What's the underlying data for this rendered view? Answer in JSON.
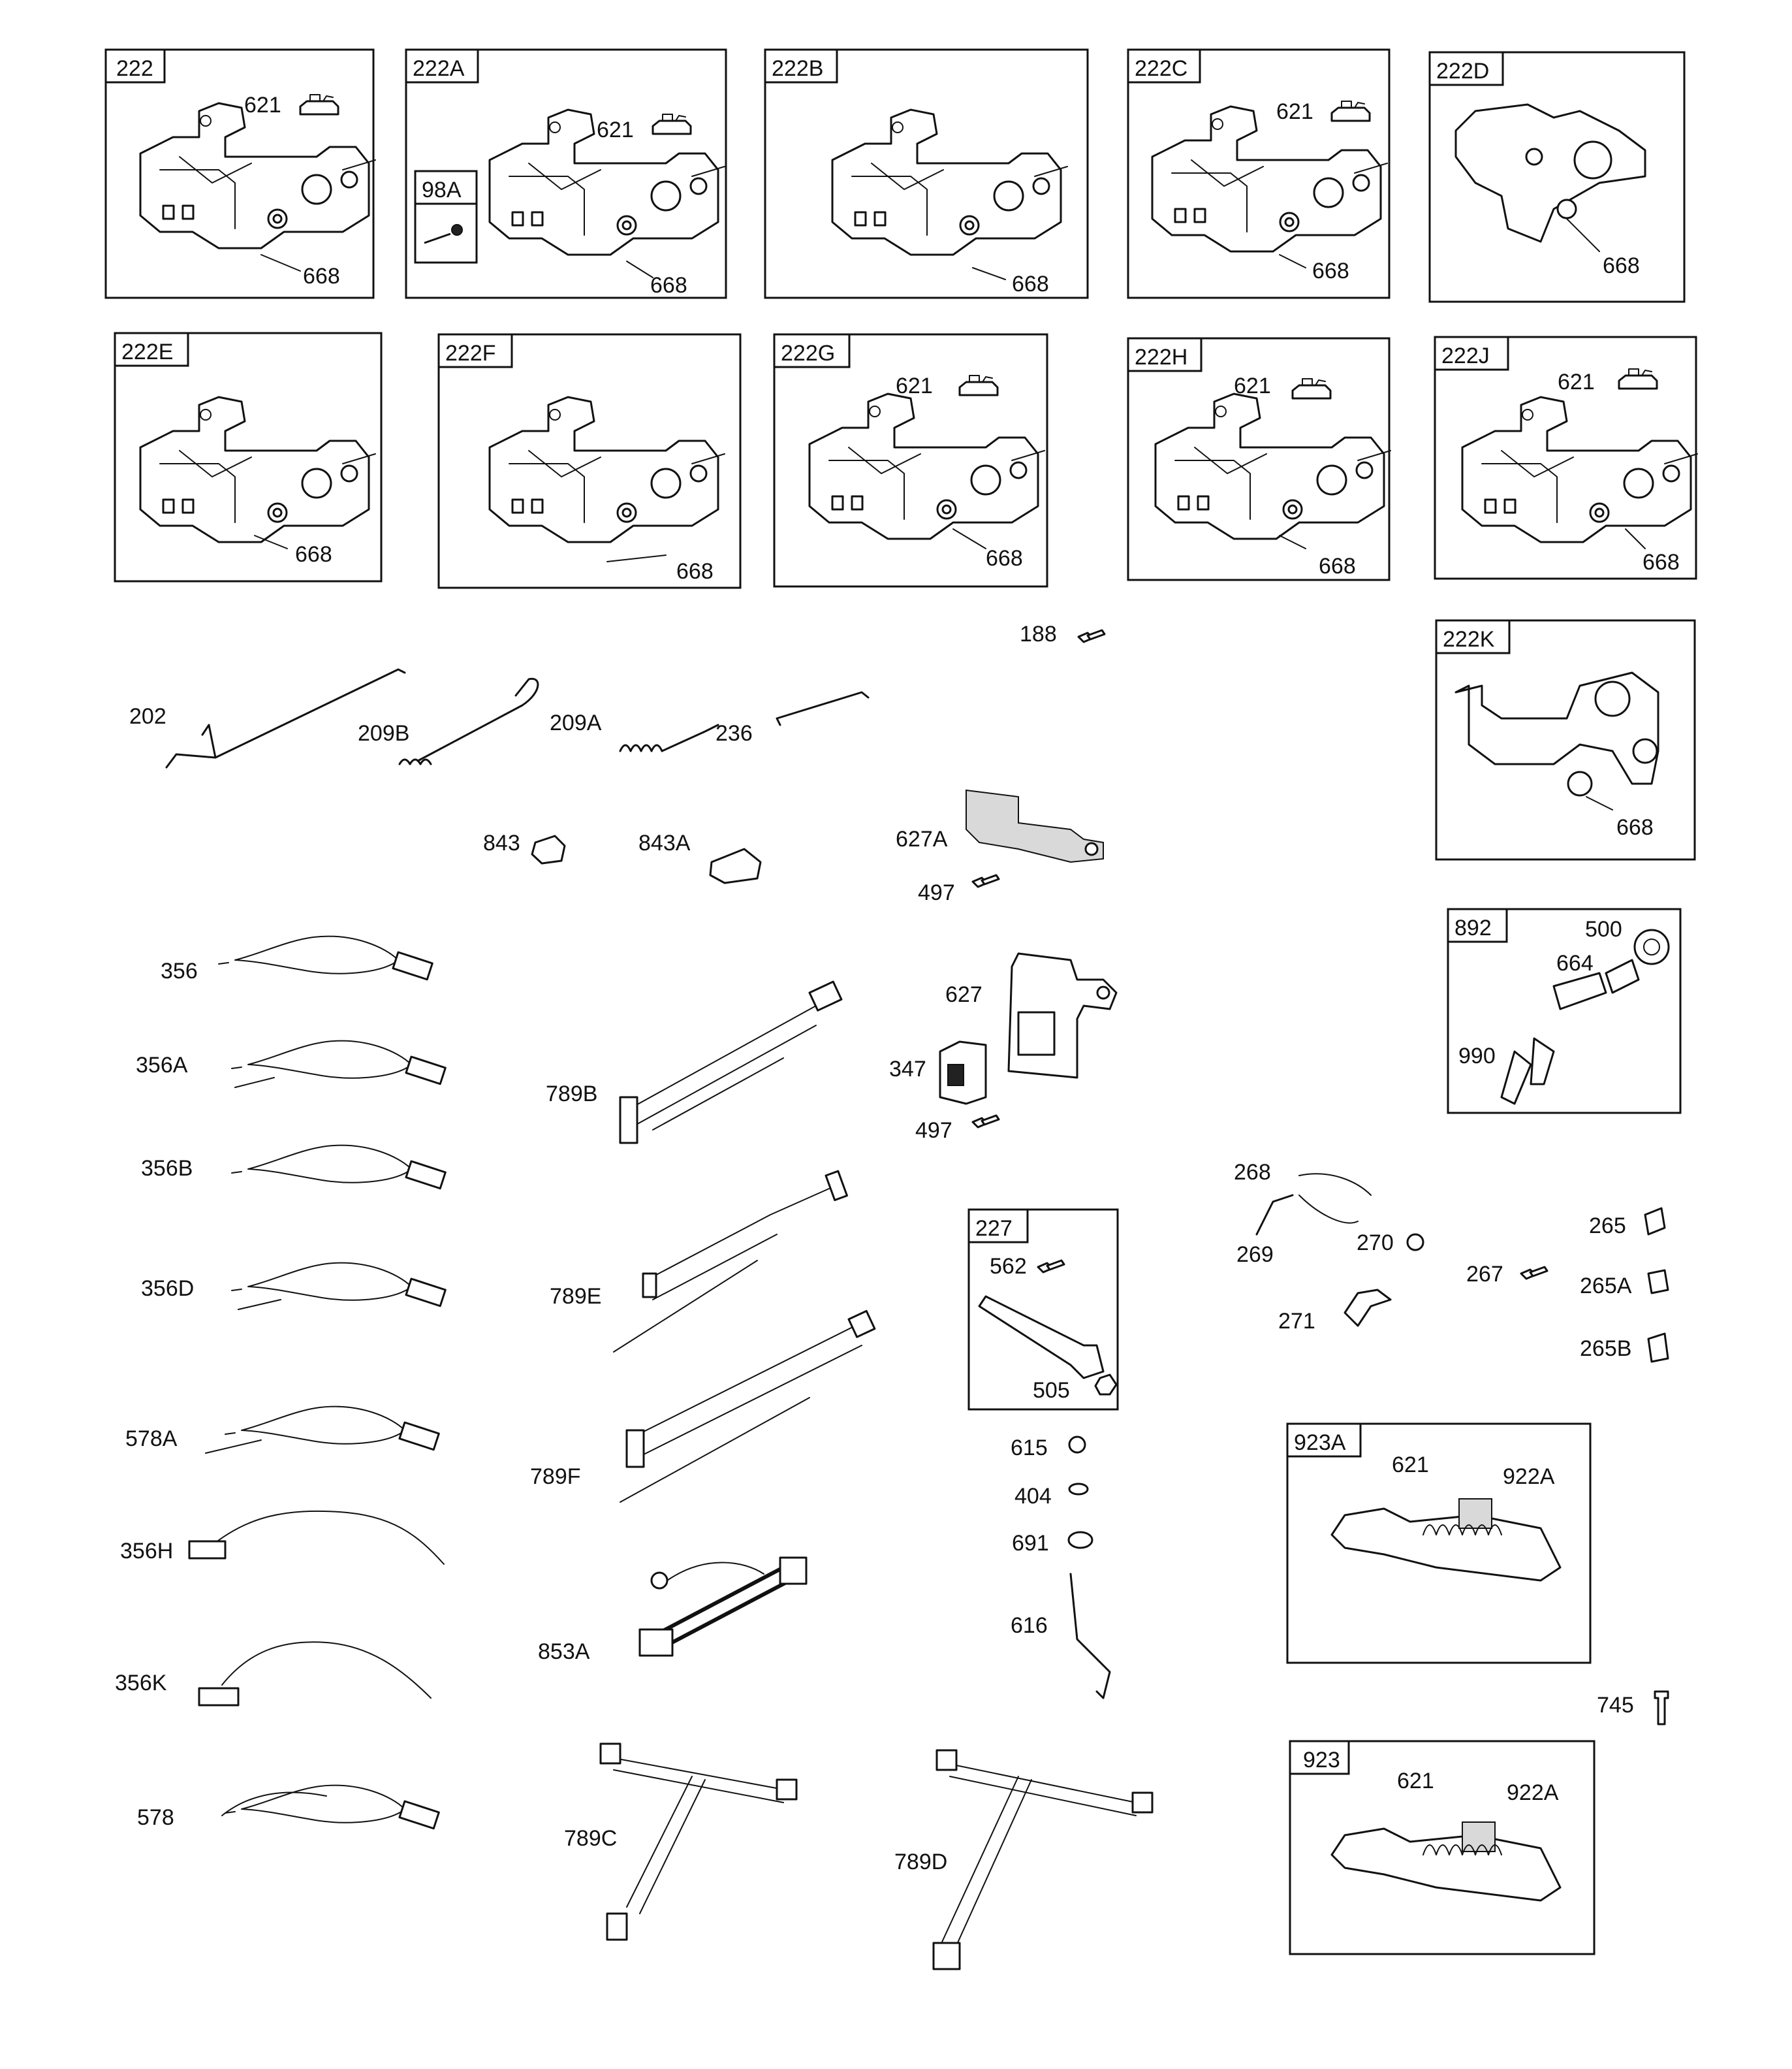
{
  "boxes": {
    "b222": {
      "title": "222",
      "labels": [
        "621",
        "668"
      ]
    },
    "b222A": {
      "title": "222A",
      "labels": [
        "621",
        "668"
      ],
      "inset": "98A"
    },
    "b222B": {
      "title": "222B",
      "labels": [
        "668"
      ]
    },
    "b222C": {
      "title": "222C",
      "labels": [
        "621",
        "668"
      ]
    },
    "b222D": {
      "title": "222D",
      "labels": [
        "668"
      ]
    },
    "b222E": {
      "title": "222E",
      "labels": [
        "668"
      ]
    },
    "b222F": {
      "title": "222F",
      "labels": [
        "668"
      ]
    },
    "b222G": {
      "title": "222G",
      "labels": [
        "621",
        "668"
      ]
    },
    "b222H": {
      "title": "222H",
      "labels": [
        "621",
        "668"
      ]
    },
    "b222J": {
      "title": "222J",
      "labels": [
        "621",
        "668"
      ]
    },
    "b222K": {
      "title": "222K",
      "labels": [
        "668"
      ]
    },
    "b892": {
      "title": "892",
      "labels": [
        "500",
        "664",
        "990"
      ]
    },
    "b227": {
      "title": "227",
      "labels": [
        "562",
        "505"
      ]
    },
    "b923A": {
      "title": "923A",
      "labels": [
        "621",
        "922A"
      ]
    },
    "b923": {
      "title": "923",
      "labels": [
        "621",
        "922A"
      ]
    }
  },
  "parts": {
    "p188": "188",
    "p202": "202",
    "p209B": "209B",
    "p209A": "209A",
    "p236": "236",
    "p843": "843",
    "p843A": "843A",
    "p627A": "627A",
    "p497a": "497",
    "p627": "627",
    "p347": "347",
    "p497b": "497",
    "p356": "356",
    "p356A": "356A",
    "p356B": "356B",
    "p356D": "356D",
    "p578A": "578A",
    "p356H": "356H",
    "p356K": "356K",
    "p578": "578",
    "p789B": "789B",
    "p789E": "789E",
    "p789F": "789F",
    "p853A": "853A",
    "p789C": "789C",
    "p789D": "789D",
    "p615": "615",
    "p404": "404",
    "p691": "691",
    "p616": "616",
    "p268": "268",
    "p269": "269",
    "p270": "270",
    "p271": "271",
    "p267": "267",
    "p265": "265",
    "p265A": "265A",
    "p265B": "265B",
    "p745": "745"
  }
}
